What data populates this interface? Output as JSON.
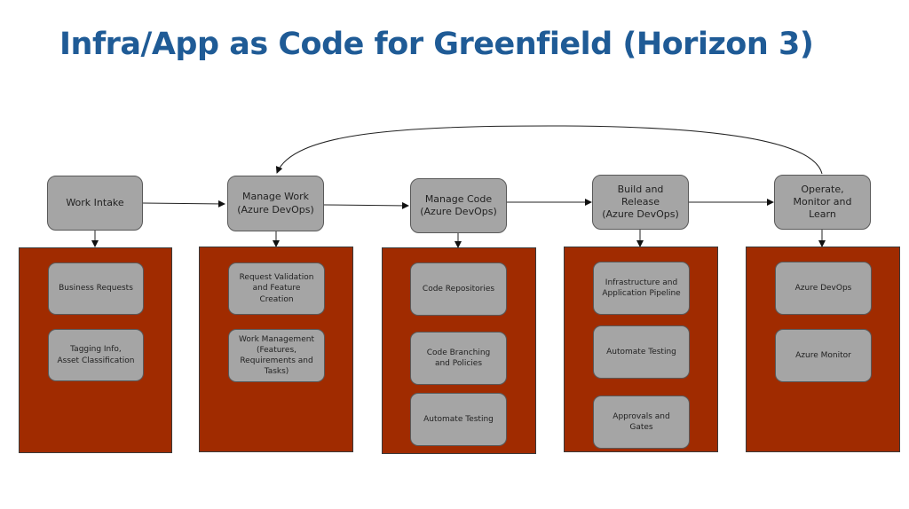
{
  "title": "Infra/App as Code for Greenfield (Horizon 3)",
  "colors": {
    "title": "#1f5b96",
    "panel": "#a02b00",
    "box": "#a5a5a5"
  },
  "stages": [
    {
      "label": "Work Intake",
      "items": [
        "Business Requests",
        "Tagging Info,\nAsset Classification"
      ]
    },
    {
      "label": "Manage Work\n(Azure DevOps)",
      "items": [
        "Request Validation\nand Feature\nCreation",
        "Work Management\n(Features,\nRequirements and\nTasks)"
      ]
    },
    {
      "label": "Manage Code\n(Azure DevOps)",
      "items": [
        "Code Repositories",
        "Code Branching\nand Policies",
        "Automate Testing"
      ]
    },
    {
      "label": "Build and\nRelease\n(Azure DevOps)",
      "items": [
        "Infrastructure and\nApplication Pipeline",
        "Automate Testing",
        "Approvals and\nGates"
      ]
    },
    {
      "label": "Operate,\nMonitor and\nLearn",
      "items": [
        "Azure DevOps",
        "Azure Monitor"
      ]
    }
  ]
}
